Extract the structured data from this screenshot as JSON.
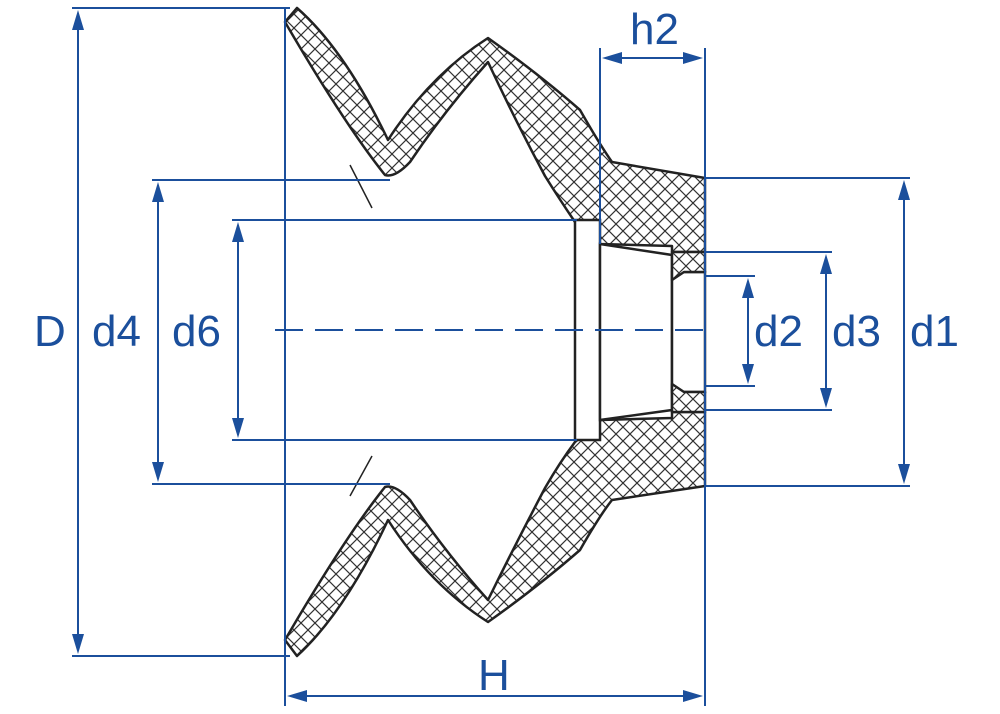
{
  "colors": {
    "dimension": "#1b4f9c",
    "outline": "#222222",
    "hatch": "#333333",
    "background": "#ffffff"
  },
  "labels": {
    "D": "D",
    "d4": "d4",
    "d6": "d6",
    "d2": "d2",
    "d3": "d3",
    "d1": "d1",
    "h2": "h2",
    "H": "H"
  }
}
